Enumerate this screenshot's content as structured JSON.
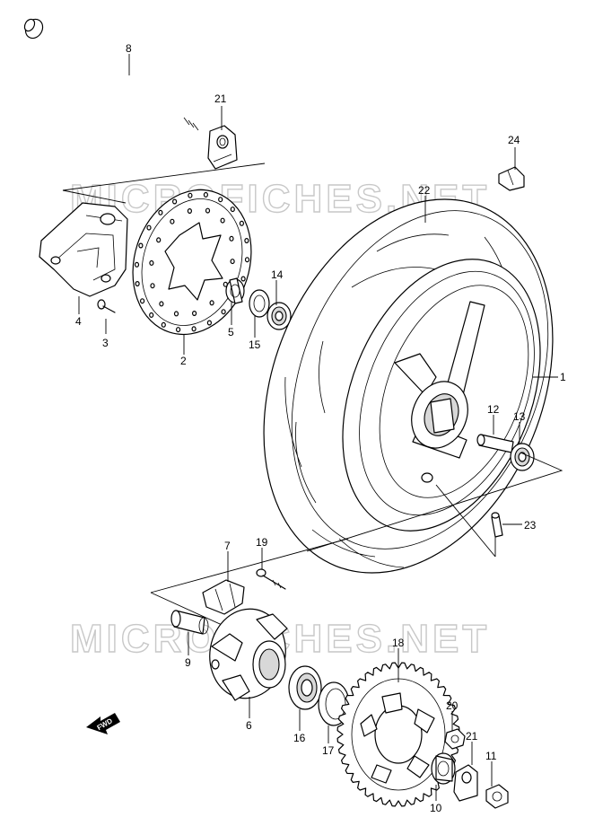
{
  "watermark": "MICROFICHES.NET",
  "fwd_label": "FWD",
  "callouts": [
    {
      "id": "c1",
      "label": "1"
    },
    {
      "id": "c2",
      "label": "2"
    },
    {
      "id": "c3",
      "label": "3"
    },
    {
      "id": "c4",
      "label": "4"
    },
    {
      "id": "c5",
      "label": "5"
    },
    {
      "id": "c6",
      "label": "6"
    },
    {
      "id": "c7",
      "label": "7"
    },
    {
      "id": "c8",
      "label": "8"
    },
    {
      "id": "c9",
      "label": "9"
    },
    {
      "id": "c10",
      "label": "10"
    },
    {
      "id": "c11",
      "label": "11"
    },
    {
      "id": "c12",
      "label": "12"
    },
    {
      "id": "c13",
      "label": "13"
    },
    {
      "id": "c14",
      "label": "14"
    },
    {
      "id": "c15",
      "label": "15"
    },
    {
      "id": "c16",
      "label": "16"
    },
    {
      "id": "c17",
      "label": "17"
    },
    {
      "id": "c18",
      "label": "18"
    },
    {
      "id": "c19",
      "label": "19"
    },
    {
      "id": "c20",
      "label": "20"
    },
    {
      "id": "c21a",
      "label": "21"
    },
    {
      "id": "c21b",
      "label": "21"
    },
    {
      "id": "c22",
      "label": "22"
    },
    {
      "id": "c23",
      "label": "23"
    },
    {
      "id": "c24",
      "label": "24"
    }
  ]
}
